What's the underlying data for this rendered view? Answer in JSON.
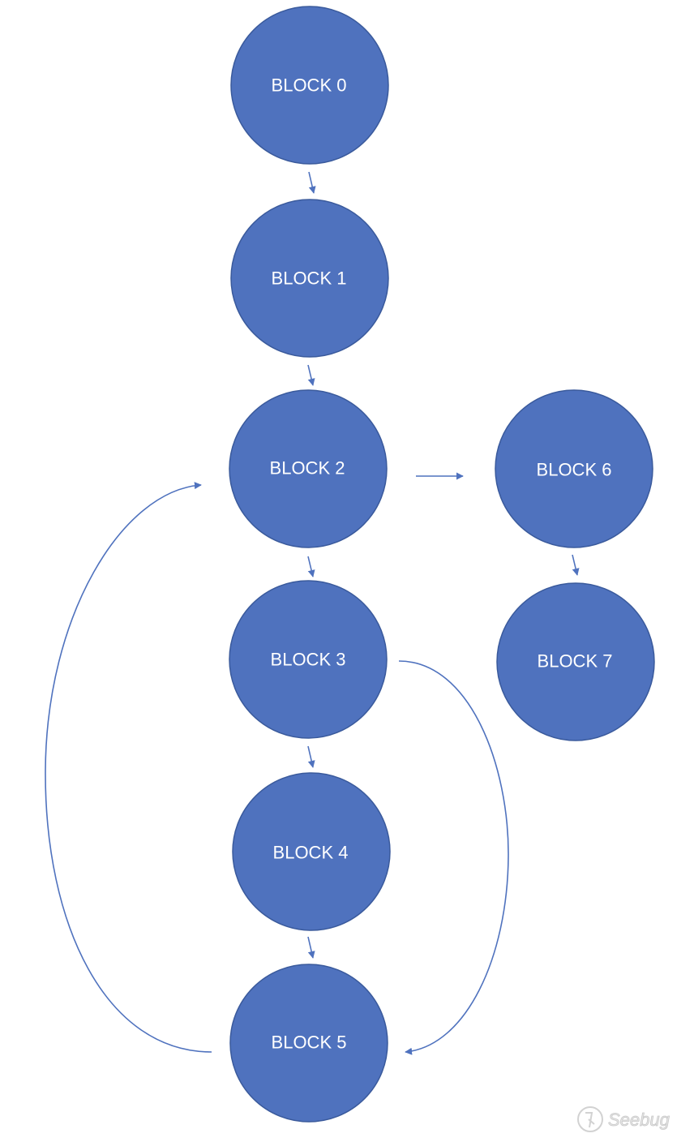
{
  "nodes": [
    {
      "id": "block-0",
      "label": "BLOCK 0"
    },
    {
      "id": "block-1",
      "label": "BLOCK 1"
    },
    {
      "id": "block-2",
      "label": "BLOCK 2"
    },
    {
      "id": "block-3",
      "label": "BLOCK 3"
    },
    {
      "id": "block-4",
      "label": "BLOCK 4"
    },
    {
      "id": "block-5",
      "label": "BLOCK 5"
    },
    {
      "id": "block-6",
      "label": "BLOCK 6"
    },
    {
      "id": "block-7",
      "label": "BLOCK 7"
    }
  ],
  "edges": [
    {
      "from": "block-0",
      "to": "block-1"
    },
    {
      "from": "block-1",
      "to": "block-2"
    },
    {
      "from": "block-2",
      "to": "block-3"
    },
    {
      "from": "block-3",
      "to": "block-4"
    },
    {
      "from": "block-4",
      "to": "block-5"
    },
    {
      "from": "block-2",
      "to": "block-6"
    },
    {
      "from": "block-6",
      "to": "block-7"
    },
    {
      "from": "block-3",
      "to": "block-5"
    },
    {
      "from": "block-5",
      "to": "block-2"
    }
  ],
  "colors": {
    "node_fill": "#4f72be",
    "edge": "#4f72be",
    "label": "#ffffff"
  },
  "watermark": {
    "text": "Seebug",
    "icon": "seebug-logo-icon"
  }
}
